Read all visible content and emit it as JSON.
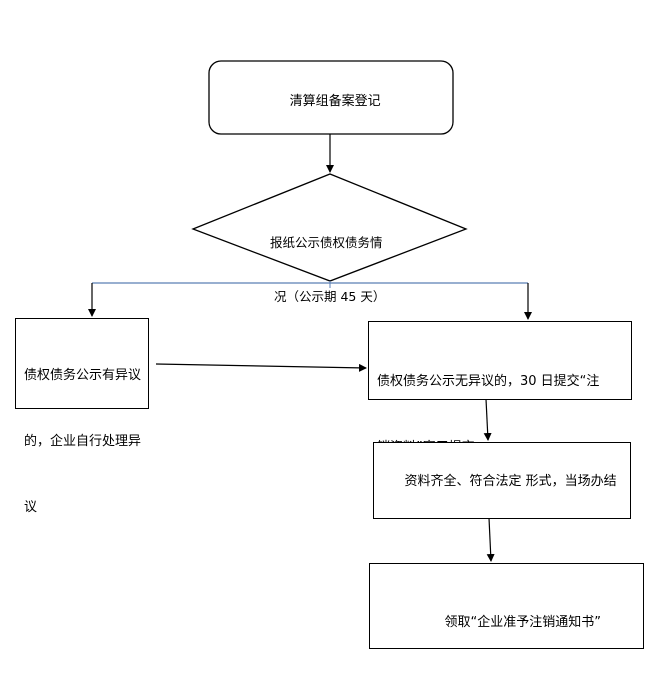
{
  "nodes": {
    "register": {
      "text": "清算组备案登记"
    },
    "publish": {
      "line1": "报纸公示债权债务情",
      "line2": "况（公示期 45 天）"
    },
    "objection": {
      "line1": "债权债务公示有异议",
      "line2": "的，企业自行处理异",
      "line3": "议"
    },
    "no_objection": {
      "line1": "债权债务公示无异议的，30 日提交“注",
      "line2": "销资料”窗口提交"
    },
    "complete": {
      "text": "资料齐全、符合法定 形式，当场办结"
    },
    "receive": {
      "text": "领取“企业准予注销通知书”"
    }
  },
  "colors": {
    "line": "#000000",
    "branch_line": "#5b7fb5"
  }
}
